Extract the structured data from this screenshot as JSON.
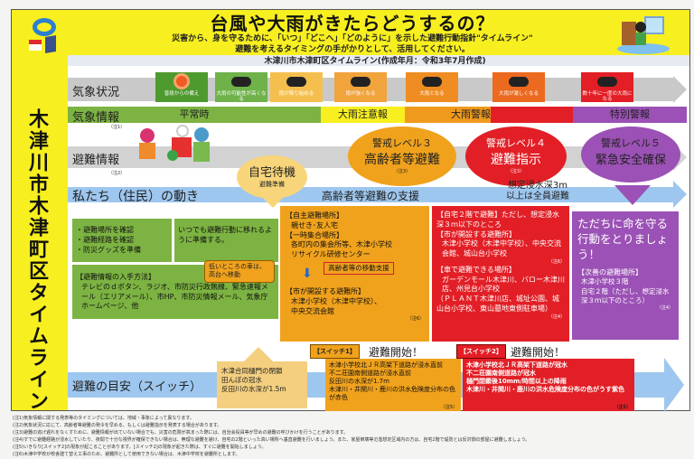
{
  "header": {
    "title": "台風や大雨がきたらどうするの？",
    "subtitle1": "災害から、身を守るために、「いつ」「どこへ」「どのように」を示した避難行動指針\"タイムライン\"",
    "subtitle2": "避難を考えるタイミングの手がかりとして、活用してください。",
    "made_by": "木津川市木津町区タイムライン(作成年月：令和3年7月作成)"
  },
  "vertical_title": "木津川市木津町区タイムライン",
  "rows": {
    "weather_status": "気象状況",
    "weather_info": "気象情報",
    "weather_info_note": "（注1）",
    "evac_info": "避難情報",
    "evac_info_note": "（注2）",
    "our_actions": "私たち（住民）の動き",
    "evac_guide": "避難の目安（スイッチ）"
  },
  "weather_tiles": [
    {
      "label": "普段からの備え",
      "icon": "sun-icon",
      "color": "#4e9a2e"
    },
    {
      "label": "大雨の可能性が高くなる",
      "icon": "cloud-icon",
      "color": "#6fb24a"
    },
    {
      "label": "雨が降り始める",
      "icon": "rain-cloud-icon",
      "color": "#f5bf4f"
    },
    {
      "label": "雨が強くなる",
      "icon": "rain-cloud-icon",
      "color": "#f1a33c"
    },
    {
      "label": "大雨となる",
      "icon": "rain-cloud-icon",
      "color": "#ef8d22"
    },
    {
      "label": "大雨が激しくなる",
      "icon": "heavy-rain-icon",
      "color": "#ec6a1f"
    },
    {
      "label": "数十年に一度の大雨になる",
      "icon": "heavy-rain-icon",
      "color": "#e21f26"
    }
  ],
  "weather_info_segments": [
    {
      "label": "平常時",
      "color": "#7cb342"
    },
    {
      "label": "大雨注意報",
      "color": "#f7ef1f"
    },
    {
      "label": "大雨警報",
      "color": "#f09a1d"
    },
    {
      "label": "",
      "color": "#e21f26"
    },
    {
      "label": "特別警報",
      "color": "#9b51b5"
    }
  ],
  "alerts": {
    "standby_title": "自宅待機",
    "standby_sub": "避難準備",
    "level3_title": "警戒レベル３",
    "level3_main": "高齢者等避難",
    "level3_note": "（注3）",
    "level4_title": "警戒レベル４",
    "level4_main": "避難指示",
    "level4_note": "（注3）",
    "level5_title": "警戒レベル５",
    "level5_main": "緊急安全確保"
  },
  "actions_band": {
    "support": "高齢者等避難の支援",
    "flood_line1": "想定浸水深3m",
    "flood_line2": "以上は全員避難"
  },
  "green": {
    "checklist": [
      "・避難場所を確認",
      "・避難経路を確認",
      "・防災グッズを準備"
    ],
    "ready": "いつでも避難行動に移れるように準備する。",
    "callout": "低いところの車は、高台へ移動",
    "info_title": "【避難情報の入手方法】",
    "info_body": "テレビのｄボタン、ラジオ、市防災行政無線、緊急速報メール（エリアメール）、市HP、市防災情報メール、気象庁ホームページ、他"
  },
  "orange": {
    "h1": "【自主避難場所】",
    "l1": "親せき･友人宅",
    "h2": "【一時集合場所】",
    "l2": "各町内の集会所等、木津小学校",
    "l3": "リサイクル研修センター",
    "support_box": "高齢者等の移動支援",
    "h3": "【市が開設する避難所】",
    "l4": "木津小学校（木津中学校）、",
    "l5": "中央交流会館",
    "note": "（注6）"
  },
  "red": {
    "h1": "【自宅２階で避難】ただし、想定浸水深３ｍ以下のところ",
    "h2": "【市が開設する避難所】",
    "l1": "木津小学校（木津中学校）、中央交流会館、城山台小学校",
    "note1": "（注6）",
    "h3": "【車で避難できる場所】",
    "l2": "ガーデンモール木津川、バロー木津川店、州見台小学校",
    "l3": "（ＰＬＡＮＴ木津川店、城址公園、城山台小学校、東山墓地東側駐車場）",
    "note2": "（注4）"
  },
  "purple": {
    "main": "ただちに命を守る行動をとりましょう！",
    "h1": "【次善の避難場所】",
    "l1": "木津小学校３階",
    "l2": "自宅２階（ただし、想定浸水深３ｍ以下のところ）",
    "note": "（注4）"
  },
  "switches": {
    "base": [
      "木津合同樋門の閉鎖",
      "田んぼの冠水",
      "反田川の水深が1.5m"
    ],
    "switch1_label": "【スイッチ1】",
    "switch1_start": "避難開始！",
    "switch1": [
      "木津小学校北ＪＲ高架下道路が浸水直前",
      "不二荘園南側道路が浸水直前",
      "反田川の水深が1.7m",
      "木津川・井関川・鹿川の洪水危険度分布の色が赤色"
    ],
    "switch1_note": "（注5）",
    "switch2_label": "【スイッチ2】",
    "switch2_start": "避難開始！",
    "switch2": [
      "木津小学校北ＪＲ高架下道路が冠水",
      "不二荘園南側道路が冠水",
      "樋門閉鎖後10mm/時間以上の降雨",
      "木津川・井関川・鹿川の洪水危険度分布の色がうす紫色"
    ],
    "switch2_note": "（注5）"
  },
  "footnotes": [
    "(注1)気象情報に関する発表等のタイミングについては、地域・事象によって異なります。",
    "(注2)気象状況に応じて、高齢者等避難の発令を早める、もしくは避難指示を発表する場合があります。",
    "(注3)避難の逃げ遅れをなくすために、避難情報が出ていない場合でも、災害の危険が高まった際には、自治会役員等が早めの避難の呼びかけを行うことがあります。",
    "(注4)すでに避難経路が浸水していたり、夜間で十分な視界が確保できない場合は、無理な避難を避け、自宅の2階といった高い場所へ垂直避難を行いましょう。また、家屋倒壊等氾濫想定区域内の方は、自宅2階で堤防とは反対側の部屋に避難しましょう。",
    "(注5)いきなり[スイッチ2]の現象が起こることがあります。[スイッチ2]の現象が起きた際は、すぐに避難を開始しましょう。",
    "(注6)木津中学校が校舎建て替え工事のため、避難所として使用できない場合は、木津中学校を避難所とします。"
  ]
}
